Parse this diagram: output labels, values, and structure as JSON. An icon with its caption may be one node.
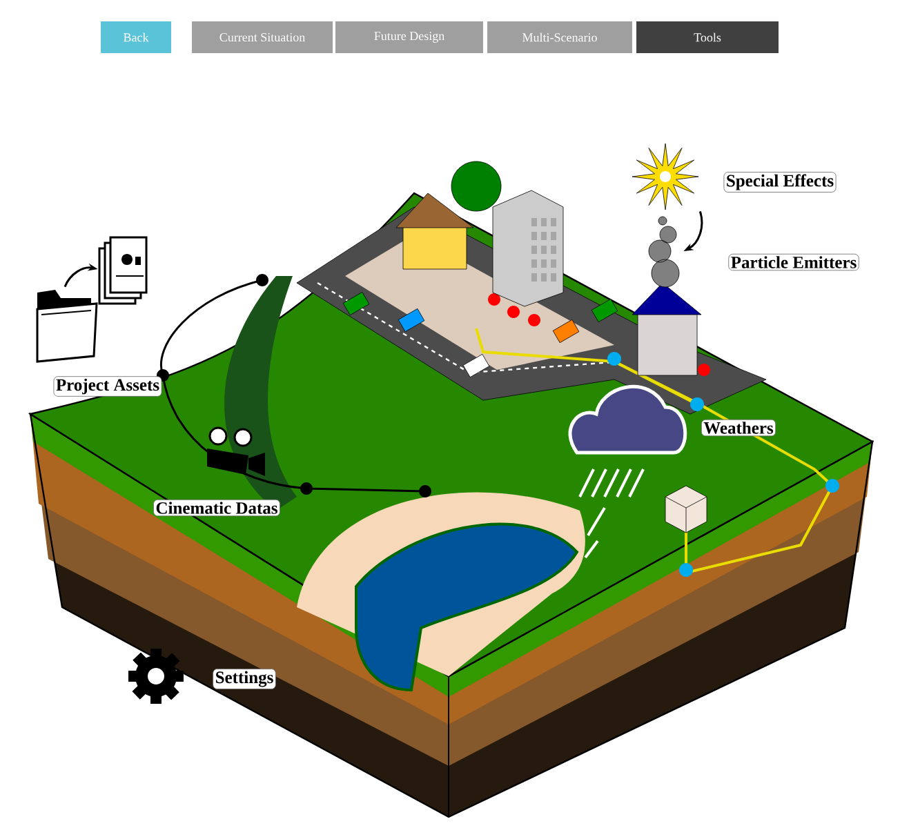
{
  "diagram": {
    "nodes": [
      {
        "text": [],
        "shape": "picture"
      },
      {
        "text": [],
        "shape": "picture"
      },
      {
        "text": [],
        "shape": "picture"
      },
      {
        "text": [],
        "shape": "picture"
      }
    ],
    "edges": [
      {
        "from": 0,
        "to": 1,
        "arrow": "to"
      },
      {
        "from": 2,
        "to": 3,
        "arrow": "to"
      }
    ],
    "labels": [
      "Back",
      "Current Situation",
      "Future Design",
      "Multi-Scenario",
      "Tools",
      "Project Assets",
      "Cinematic Datas",
      "Special Effects",
      "Particle Emitters",
      "Weathers",
      "Settings"
    ]
  }
}
